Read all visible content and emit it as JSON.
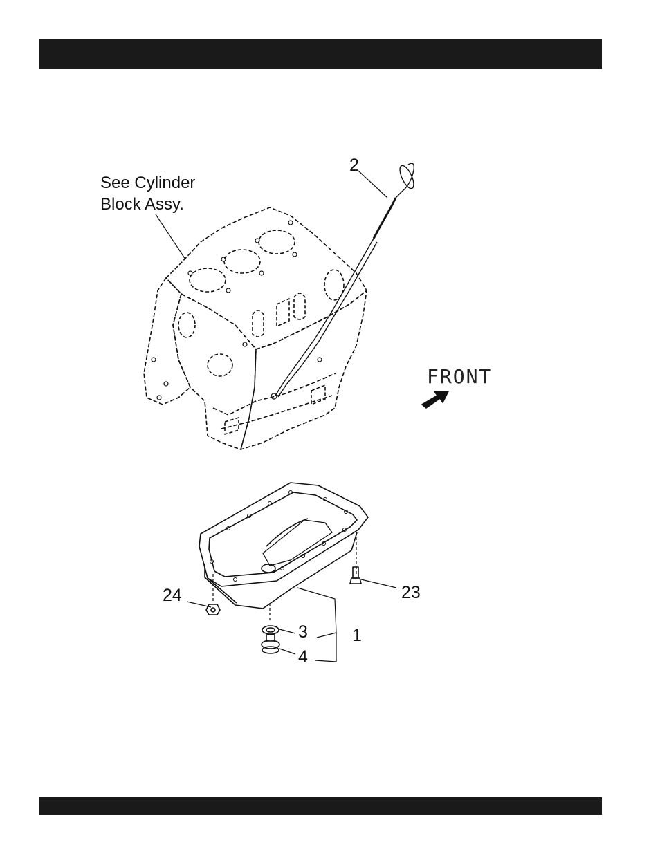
{
  "note": {
    "line1": "See Cylinder",
    "line2": "Block Assy."
  },
  "front_label": "FRONT",
  "callouts": {
    "c2": "2",
    "c24": "24",
    "c23": "23",
    "c3": "3",
    "c4": "4",
    "c1": "1"
  },
  "icons": {
    "front_arrow": "arrow-icon"
  },
  "colors": {
    "bar": "#1a1a1a",
    "ink": "#111111"
  }
}
